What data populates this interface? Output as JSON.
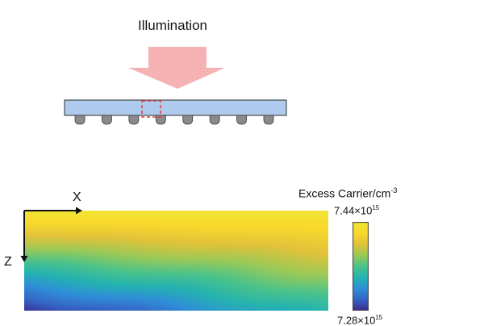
{
  "diagram": {
    "illumination_label": "Illumination",
    "axis_x_label": "X",
    "axis_z_label": "Z",
    "colorbar": {
      "title": "Excess Carrier/cm",
      "title_exponent": "-3",
      "max_mantissa": "7.44×10",
      "max_exponent": "15",
      "min_mantissa": "7.28×10",
      "min_exponent": "15"
    },
    "contact_count": 8,
    "colors": {
      "arrow": "#f6b3b4",
      "wafer": "#aecbee",
      "wafer_border": "#2c2c2c",
      "contact": "#8a8a8a",
      "highlight_box": "#e23b3b",
      "map_high": "#fde725",
      "map_low": "#3b2a8c"
    },
    "colormap": [
      "#3e2a8e",
      "#3566c7",
      "#2f8fd8",
      "#24b3b0",
      "#4cc38a",
      "#9cc957",
      "#e2c23a",
      "#f9d92c",
      "#f2e434"
    ]
  }
}
